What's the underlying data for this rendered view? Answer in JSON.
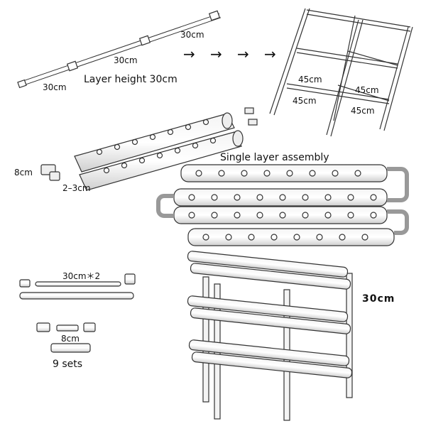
{
  "top_rail": {
    "seg1": "30cm",
    "seg2": "30cm",
    "seg3": "30cm"
  },
  "layer_height": "Layer height 30cm",
  "frame_labels": {
    "a": "45cm",
    "b": "45cm",
    "c": "45cm",
    "d": "45cm"
  },
  "pipe_detail": {
    "elbow": "8cm",
    "gap": "2–3cm"
  },
  "single_layer_title": "Single layer assembly",
  "parts": {
    "rail": "30cm＊2",
    "connector": "8cm",
    "sets": "9 sets"
  },
  "tower_height": "30cm",
  "arrows": [
    "→",
    "→",
    "→",
    "→"
  ]
}
